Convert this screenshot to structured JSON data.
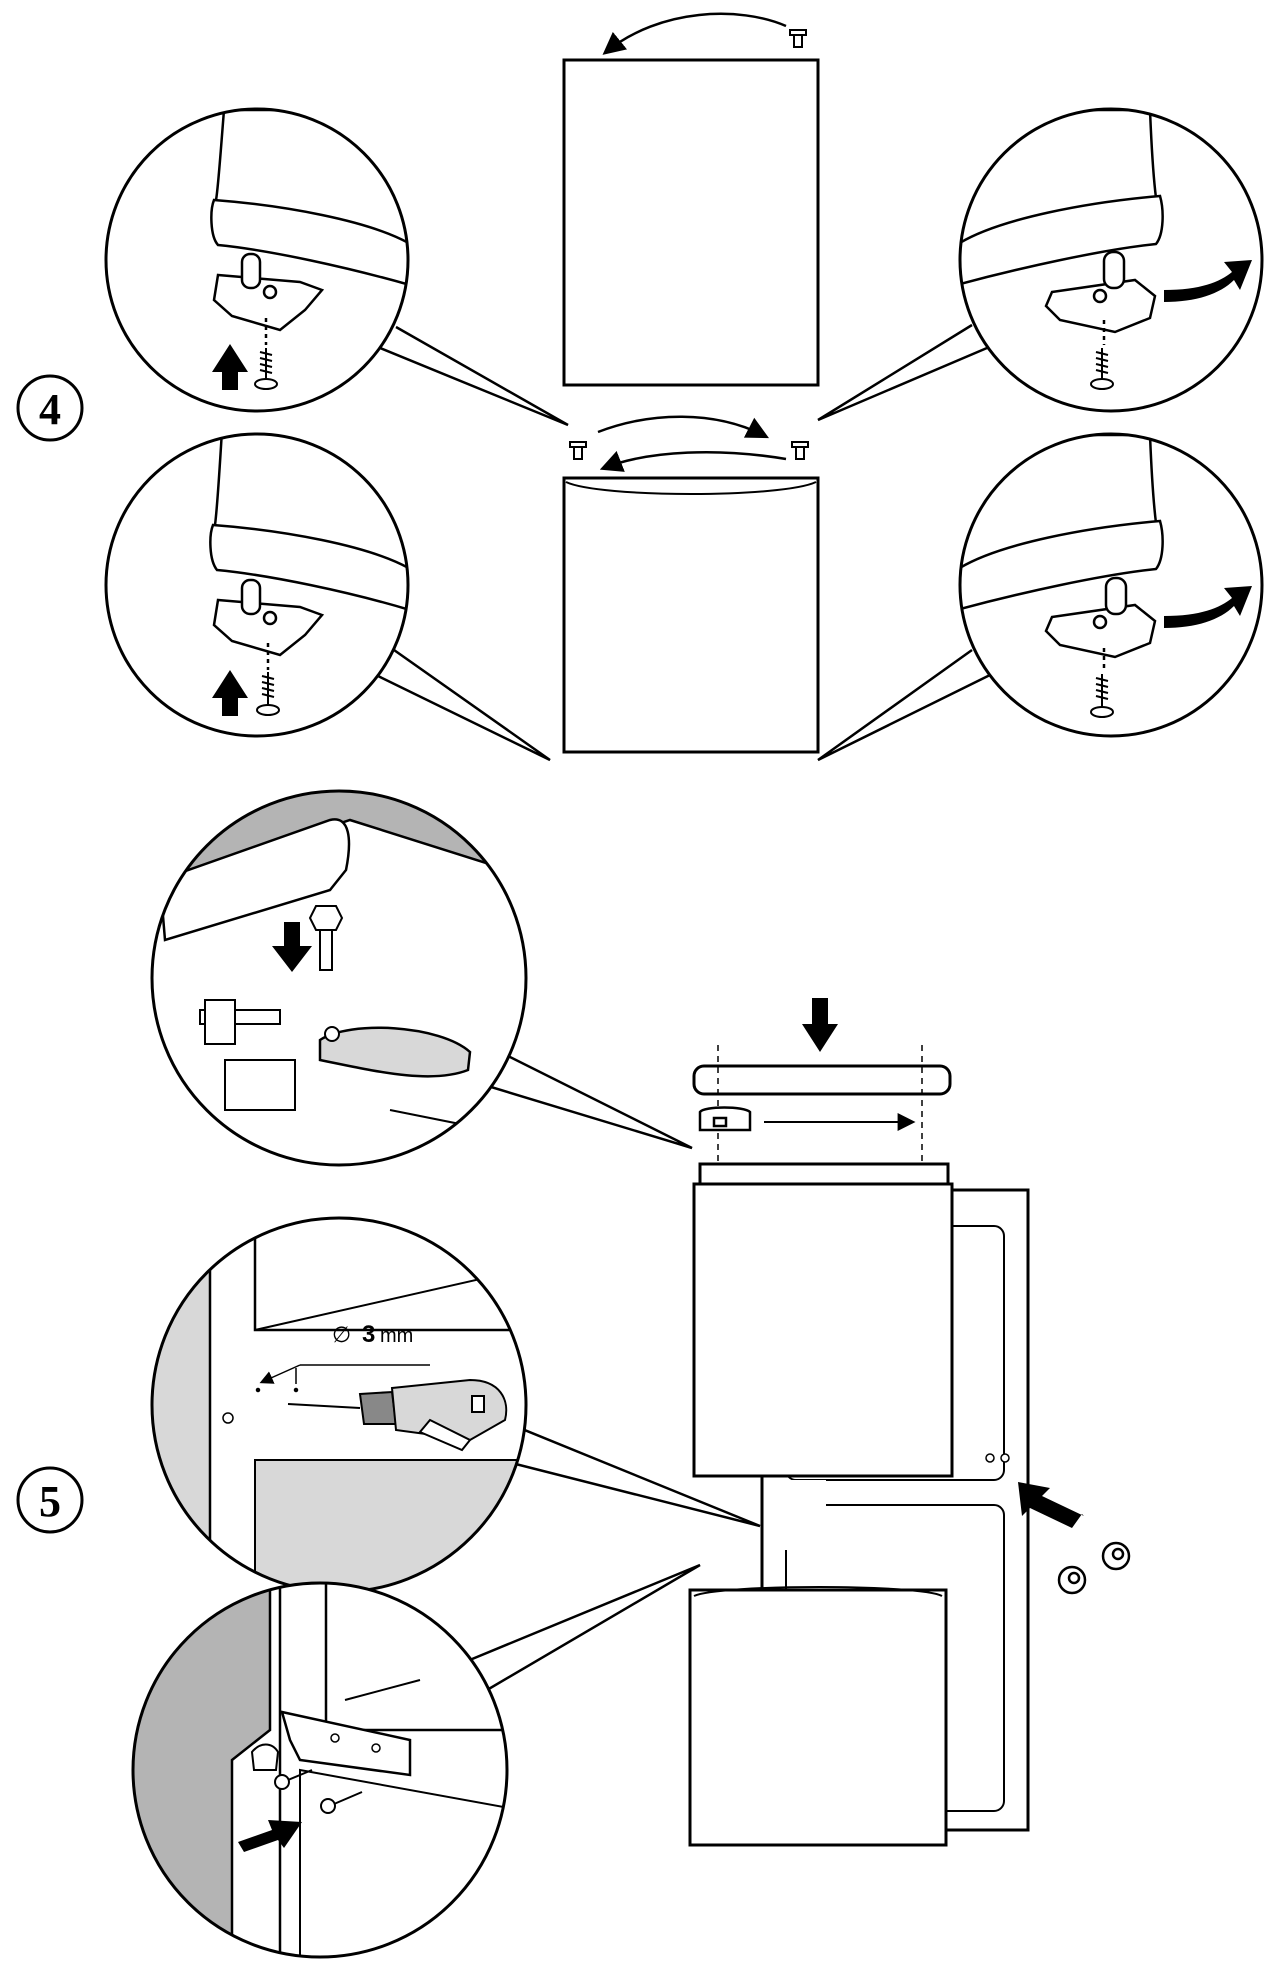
{
  "steps": [
    {
      "number": "4"
    },
    {
      "number": "5"
    }
  ],
  "drill_annotation": {
    "symbol": "∅",
    "value": "3",
    "unit": "mm"
  },
  "colors": {
    "line": "#000000",
    "panel_gray": "#b4b4b4",
    "light_gray": "#d8d8d8",
    "background": "#ffffff"
  }
}
